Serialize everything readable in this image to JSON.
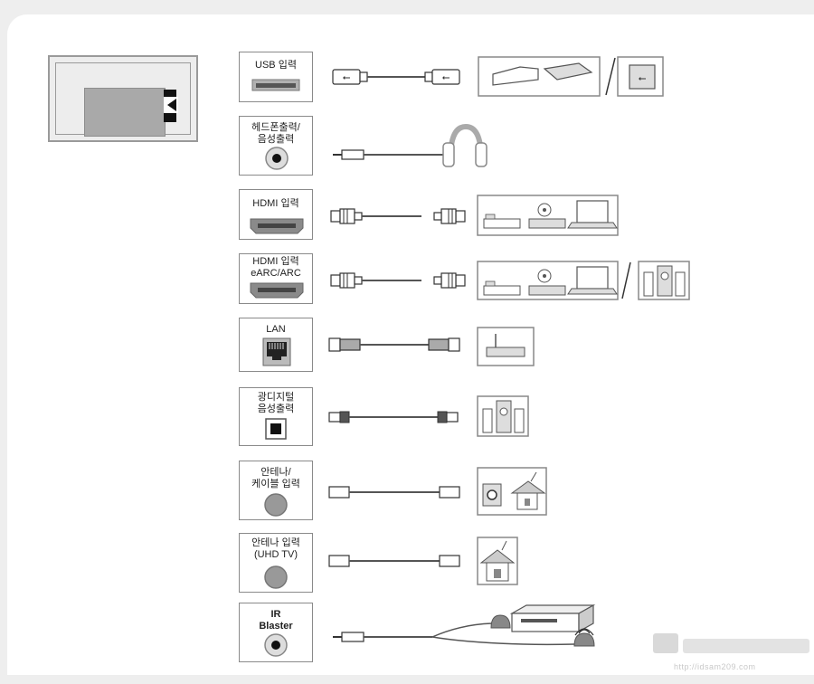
{
  "ports": [
    {
      "id": "usb",
      "label": "USB 입력"
    },
    {
      "id": "headphone",
      "label": "헤드폰출력/\n음성출력"
    },
    {
      "id": "hdmi",
      "label": "HDMI 입력"
    },
    {
      "id": "hdmi-earc",
      "label": "HDMI 입력\neARC/ARC"
    },
    {
      "id": "lan",
      "label": "LAN"
    },
    {
      "id": "optical",
      "label": "광디지털\n음성출력"
    },
    {
      "id": "antenna-cable",
      "label": "안테나/\n케이블 입력"
    },
    {
      "id": "antenna-uhd",
      "label": "안테나 입력\n(UHD TV)"
    },
    {
      "id": "ir-blaster",
      "label": "IR\nBlaster"
    }
  ],
  "watermark": {
    "url": "http://idsam209.com"
  },
  "colors": {
    "line": "#555555",
    "panel": "#ededed",
    "device": "#8a8a8a",
    "background": "#eeeeee"
  }
}
